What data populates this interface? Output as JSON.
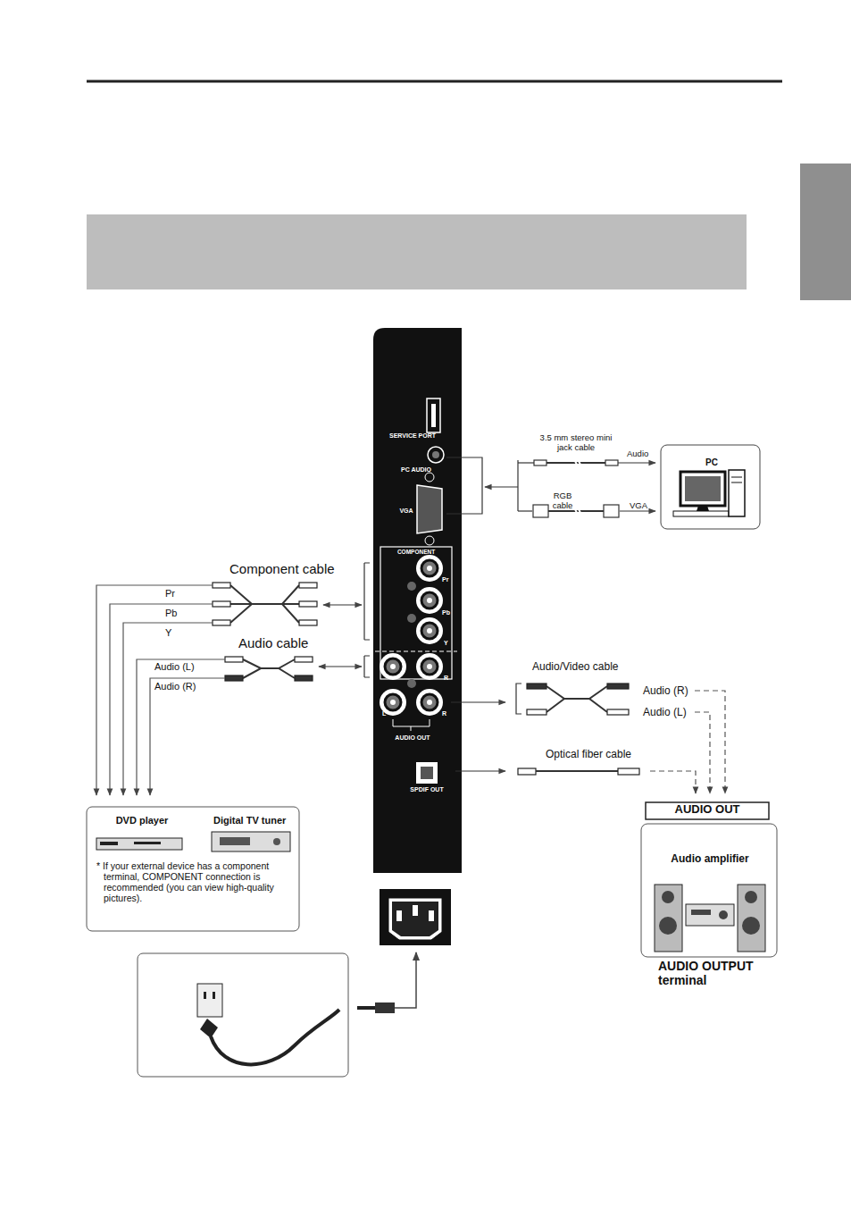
{
  "diagram": {
    "nodes": [
      {
        "text": [
          "PC"
        ]
      },
      {
        "text": [
          "DVD player",
          "Digital TV tuner",
          "* If your external device has a component terminal, COMPONENT connection is recommended (you can view high-quality pictures)."
        ]
      },
      {
        "text": [
          "AUDIO OUT"
        ]
      },
      {
        "text": [
          "Audio amplifier"
        ]
      }
    ],
    "labels": [
      "SERVICE PORT",
      "PC AUDIO",
      "VGA",
      "COMPONENT",
      "Pr",
      "Pb",
      "Y",
      "R",
      "L",
      "R",
      "AUDIO OUT",
      "SPDIF OUT",
      "3.5 mm stereo mini jack cable",
      "Audio",
      "RGB cable",
      "VGA",
      "Component cable",
      "Pr",
      "Pb",
      "Y",
      "Audio cable",
      "Audio (L)",
      "Audio (R)",
      "Audio/Video cable",
      "Audio (R)",
      "Audio (L)",
      "Optical fiber cable",
      "AUDIO OUTPUT terminal"
    ]
  }
}
